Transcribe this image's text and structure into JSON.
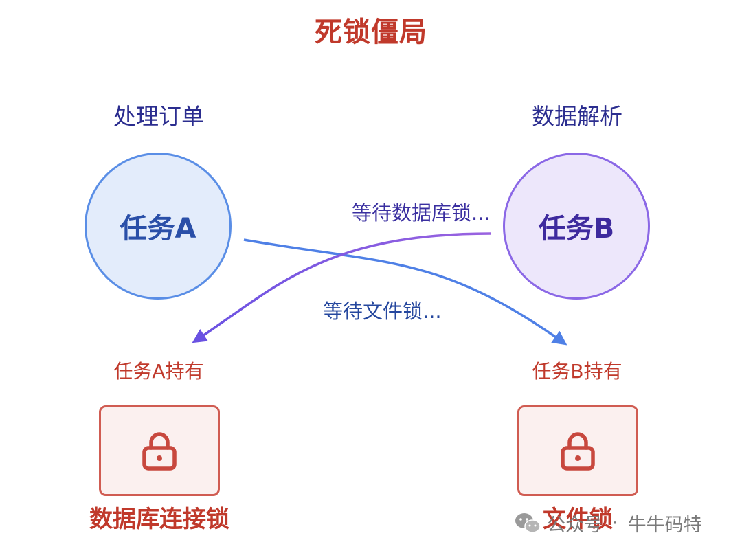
{
  "title": "死锁僵局",
  "tasks": [
    {
      "role": "处理订单",
      "name": "任务A",
      "color": "#5a8ee6"
    },
    {
      "role": "数据解析",
      "name": "任务B",
      "color": "#8b68e6"
    }
  ],
  "waits": {
    "b_waits_for": "等待数据库锁...",
    "a_waits_for": "等待文件锁..."
  },
  "resources": [
    {
      "holder": "任务A持有",
      "name": "数据库连接锁",
      "icon": "lock-icon"
    },
    {
      "holder": "任务B持有",
      "name": "文件锁",
      "icon": "lock-icon"
    }
  ],
  "watermark": {
    "prefix": "公众号",
    "separator": "·",
    "account": "牛牛码特"
  },
  "colors": {
    "title": "#c0392b",
    "lock": "#d05c52"
  }
}
